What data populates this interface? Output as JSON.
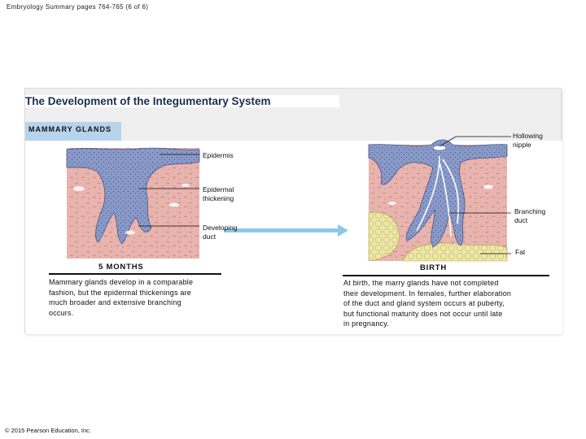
{
  "header": {
    "text": "Embryology Summary pages 764-765 (6 of 6)"
  },
  "title": "The Development of the Integumentary System",
  "section_tag": "MAMMARY GLANDS",
  "labels": {
    "epidermis": "Epidermis",
    "epidermal_thickening": [
      "Epidermal",
      "thickening"
    ],
    "developing_duct": [
      "Developing",
      "duct"
    ],
    "hollowing_nipple": [
      "Hollowing",
      "nipple"
    ],
    "branching_duct": [
      "Branching",
      "duct"
    ],
    "fat": "Fat"
  },
  "stages": {
    "left": "5 MONTHS",
    "right": "BIRTH"
  },
  "descriptions": {
    "left": [
      "Mammary glands develop in a comparable",
      "fashion, but the epidermal thickenings are",
      "much broader and extensive branching",
      "occurs."
    ],
    "right": [
      "At birth, the marry glands have not completed",
      "their development. In females, further elaboration",
      "of the duct and gland system occurs at puberty,",
      "but functional maturity does not occur until late",
      "in pregnancy."
    ]
  },
  "footer": "© 2015 Pearson Education, Inc.",
  "colors": {
    "dermis": "#e9b3ae",
    "epidermis": "#8a9ac8",
    "fat": "#eee7a6",
    "arrow": "#8ec9e6",
    "tag_bg": "#b6d5ec",
    "title": "#1a2d4f"
  }
}
